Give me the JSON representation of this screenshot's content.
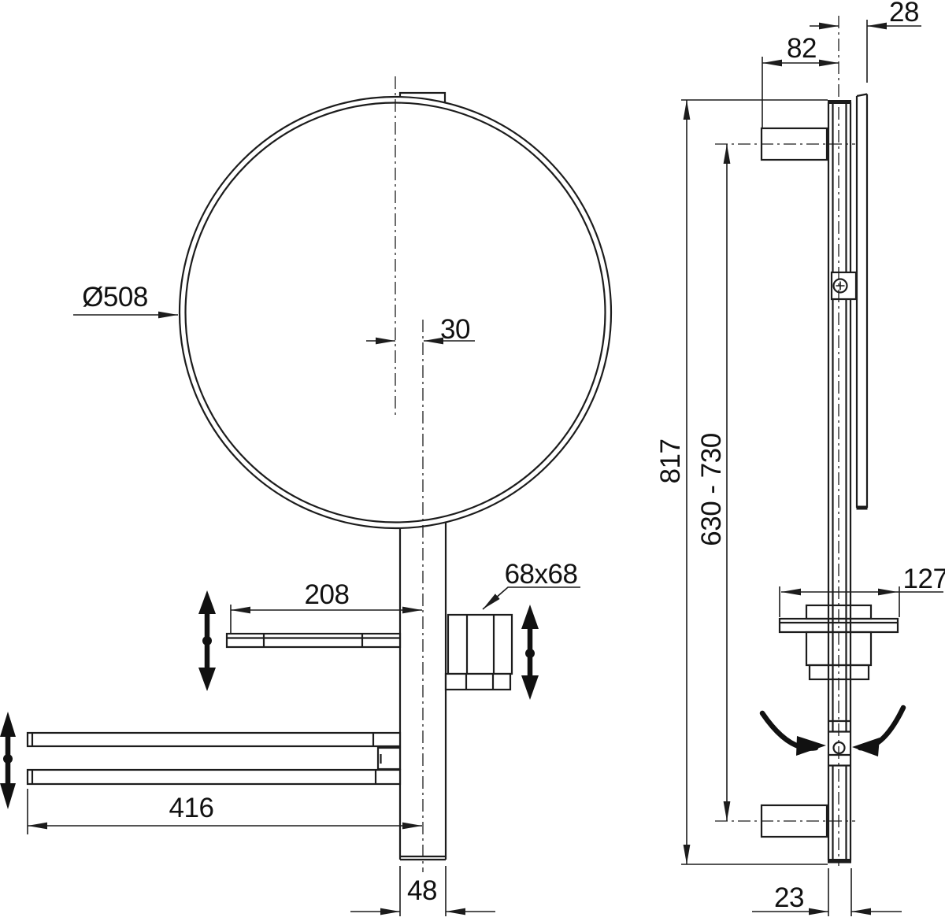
{
  "drawing": {
    "kind": "technical-dimension-drawing",
    "views": {
      "front": {
        "labels": {
          "mirror_diameter": "Ø508",
          "center_offset": "30",
          "shelf_width": "208",
          "tumbler_size": "68x68",
          "towel_rail_length": "416",
          "post_width": "48"
        }
      },
      "side": {
        "labels": {
          "rail_to_mirror_face": "28",
          "wall_to_rail_center": "82",
          "total_rail_height": "817",
          "bracket_span": "630 - 730",
          "shelf_depth": "127",
          "rail_depth": "23"
        }
      }
    },
    "colors": {
      "line": "#1c1c1c",
      "text": "#111111",
      "background": "#ffffff"
    }
  }
}
